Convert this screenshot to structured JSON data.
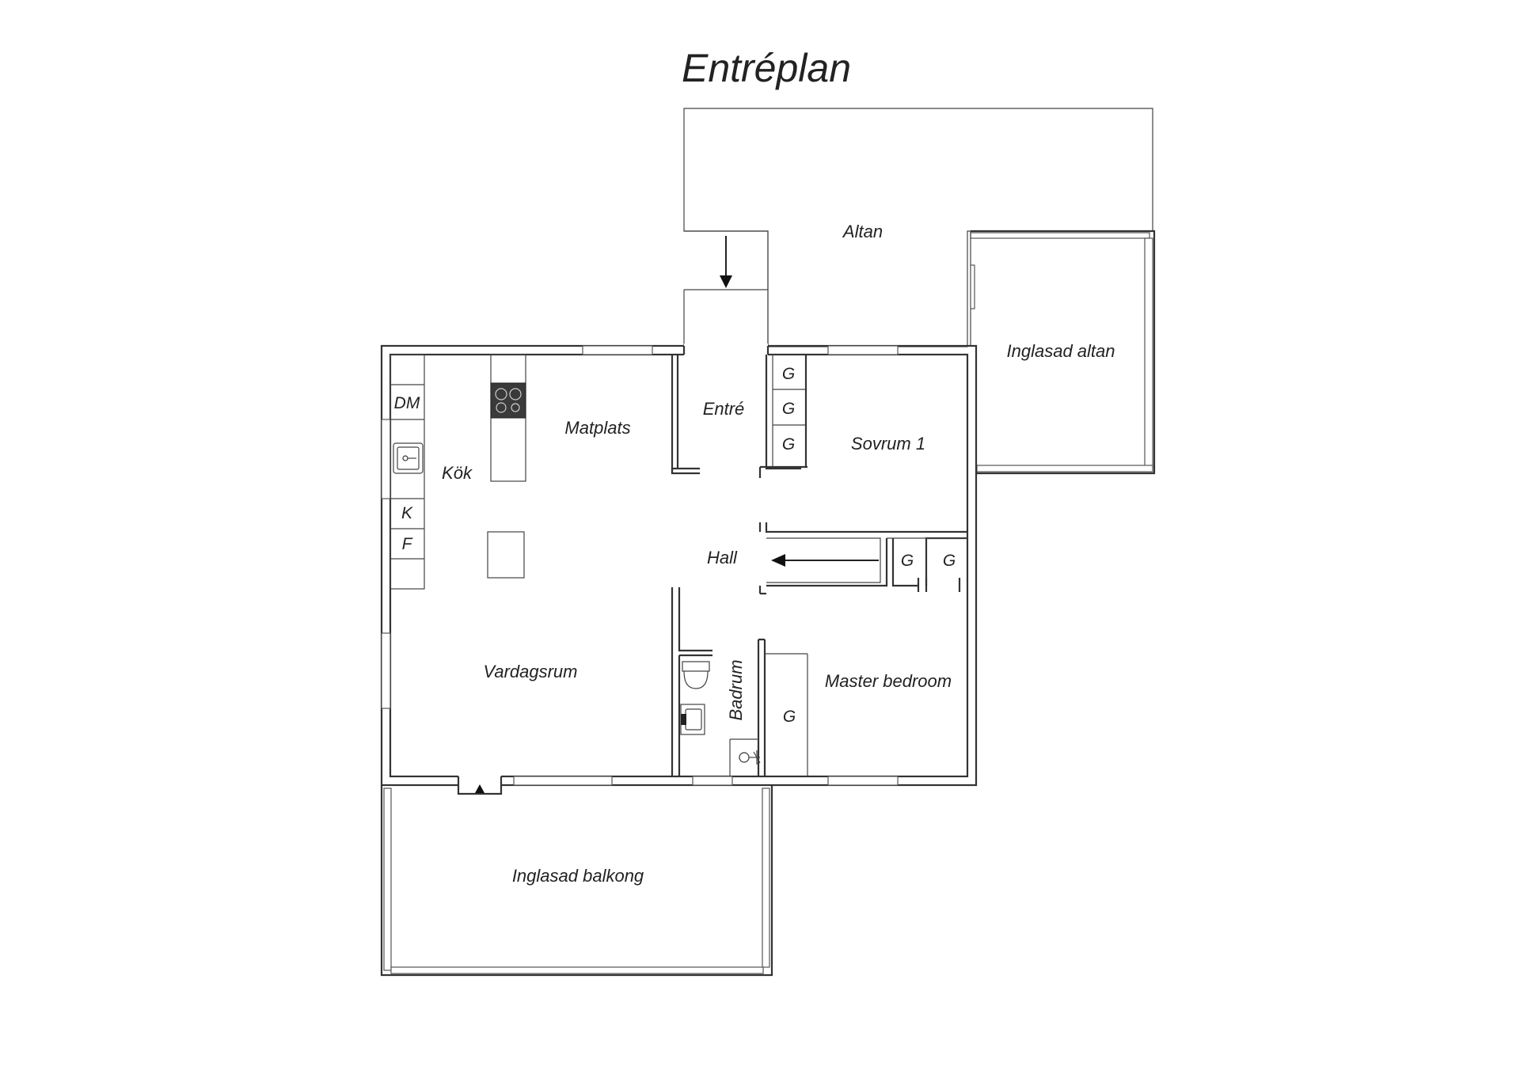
{
  "title": "Entréplan",
  "rooms": {
    "altan": "Altan",
    "inglasad_altan": "Inglasad altan",
    "entre": "Entré",
    "matplats": "Matplats",
    "kok": "Kök",
    "sovrum1": "Sovrum 1",
    "hall": "Hall",
    "vardagsrum": "Vardagsrum",
    "badrum": "Badrum",
    "master_bedroom": "Master bedroom",
    "inglasad_balkong": "Inglasad balkong"
  },
  "fixtures": {
    "dm": "DM",
    "k": "K",
    "f": "F",
    "g": "G"
  },
  "icons": {
    "stove": "stove-icon",
    "sink": "sink-icon",
    "toilet": "toilet-icon",
    "shower": "shower-icon",
    "stair_arrow": "arrow-down-icon"
  }
}
